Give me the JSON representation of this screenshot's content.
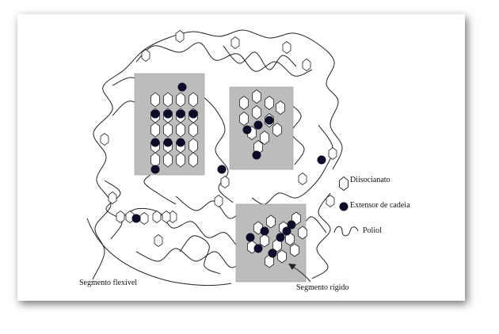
{
  "labels": {
    "diisocyanate": "Diisocianato",
    "chain_extender": "Extensor de cadeia",
    "polyol": "Poliol",
    "soft_segment": "Segmento flexível",
    "hard_segment": "Segmento rígido"
  },
  "colors": {
    "hard_region_fill": "#bcbcbc",
    "chain_extender": "#0d0d2a",
    "line": "#222222"
  },
  "legend": [
    {
      "icon": "hexagon-icon",
      "label_key": "diisocyanate"
    },
    {
      "icon": "filled-circle-icon",
      "label_key": "chain_extender"
    },
    {
      "icon": "coil-icon",
      "label_key": "polyol"
    }
  ]
}
